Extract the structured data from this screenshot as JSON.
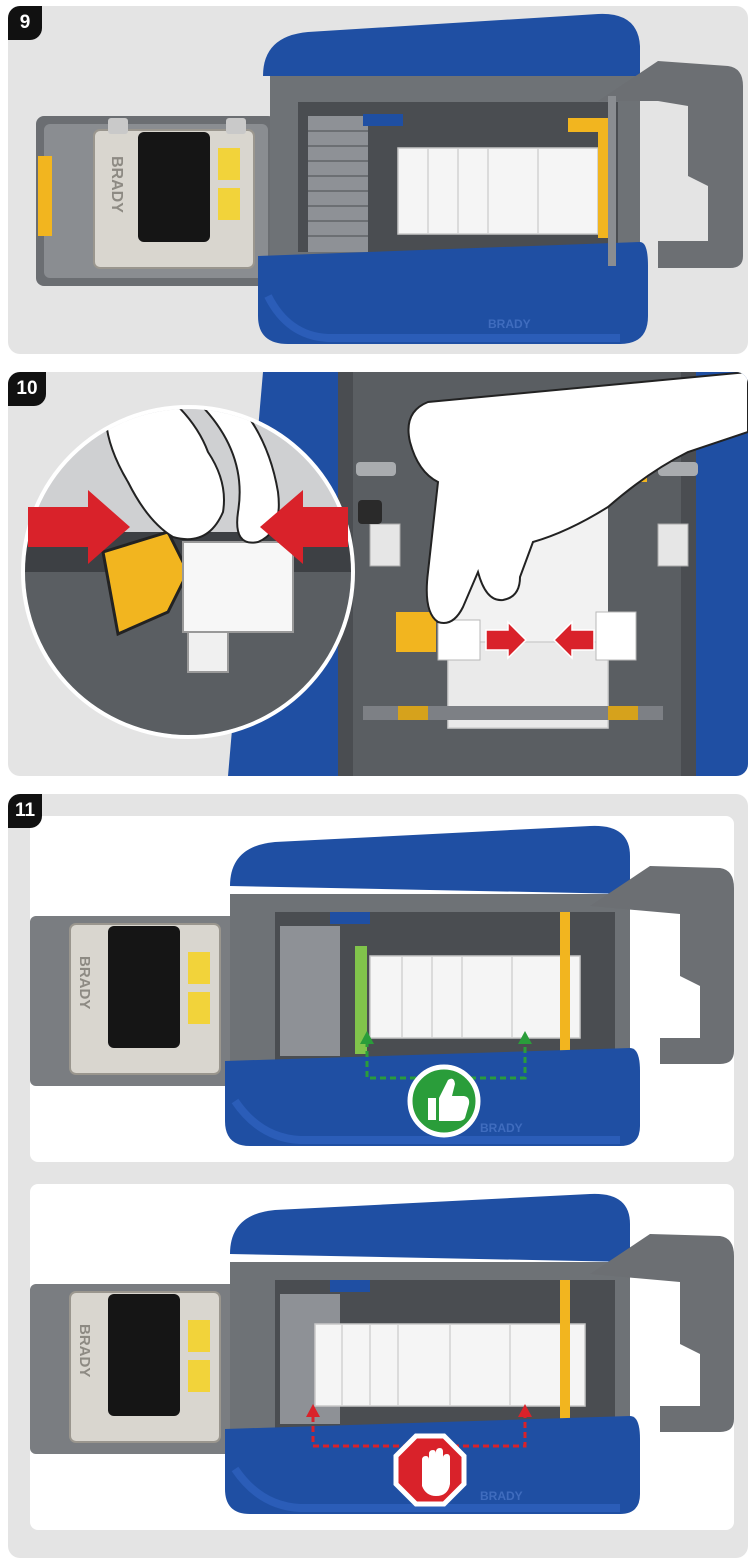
{
  "steps": {
    "step9": {
      "number": "9"
    },
    "step10": {
      "number": "10"
    },
    "step11": {
      "number": "11"
    }
  },
  "brand": {
    "name": "BRADY"
  },
  "icons": {
    "correct": "thumbs-up-icon",
    "incorrect": "stop-hand-icon"
  },
  "colors": {
    "printer_blue": "#1f4fa3",
    "panel_gray": "#e4e4e4",
    "arrow_red": "#d9222a",
    "correct_green": "#2a9d3a",
    "incorrect_red": "#d9222a",
    "guide_yellow": "#f2b51f"
  }
}
